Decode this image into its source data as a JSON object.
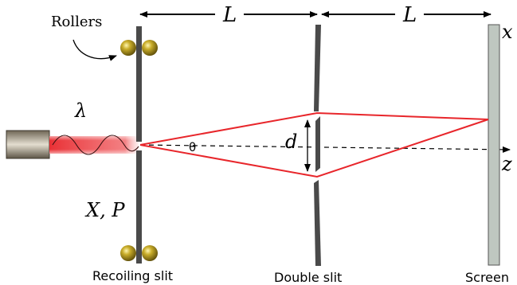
{
  "labels": {
    "rollers": "Rollers",
    "wavelength": "λ",
    "position_momentum": "X, P",
    "distance_1": "L",
    "distance_2": "L",
    "slit_separation": "d",
    "angle": "θ",
    "axis_x": "x",
    "axis_z": "z",
    "recoiling_slit": "Recoiling slit",
    "double_slit": "Double slit",
    "screen": "Screen"
  },
  "colors": {
    "beam": "#e8262b",
    "laser_body": "#8a8070",
    "slit": "#4a4a4a",
    "screen": "#bfc7c0",
    "roller": "#b8a020"
  },
  "icons": {
    "laser": "laser-source-icon",
    "roller": "roller-ball-icon",
    "wave": "sine-wave-icon"
  }
}
